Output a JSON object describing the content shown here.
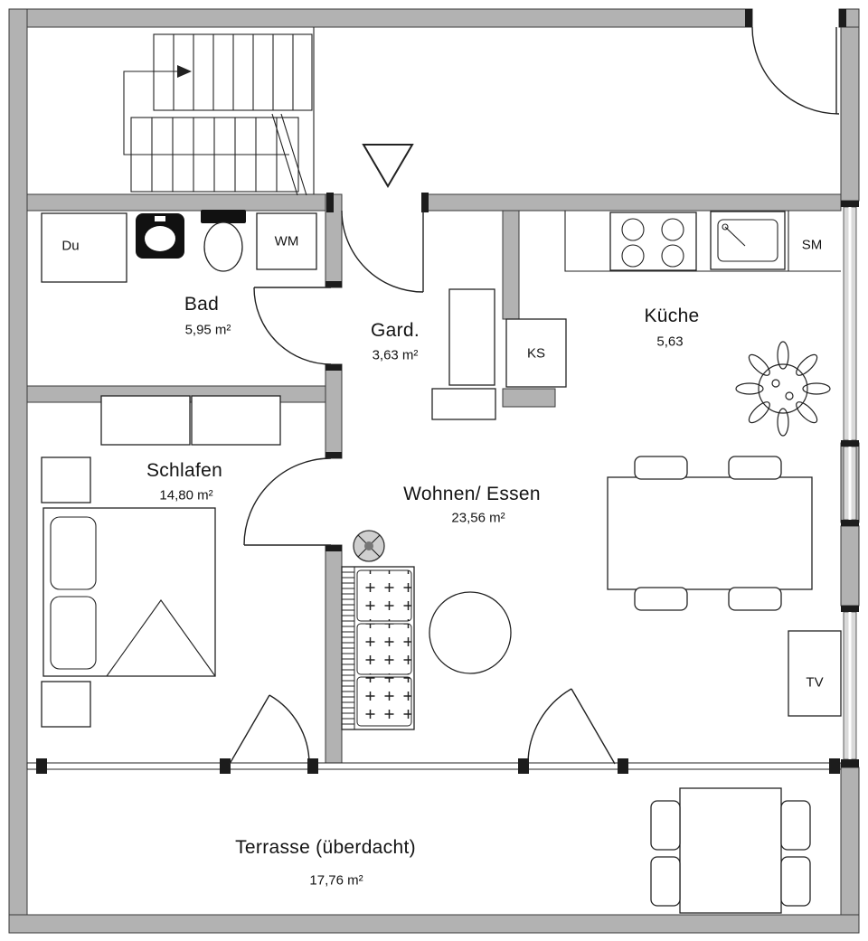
{
  "rooms": {
    "bad": {
      "name": "Bad",
      "area": "5,95 m²"
    },
    "gard": {
      "name": "Gard.",
      "area": "3,63 m²"
    },
    "kueche": {
      "name": "Küche",
      "area": "5,63"
    },
    "schlafen": {
      "name": "Schlafen",
      "area": "14,80 m²"
    },
    "wohnen": {
      "name": "Wohnen/ Essen",
      "area": "23,56 m²"
    },
    "terrasse": {
      "name": "Terrasse (überdacht)",
      "area": "17,76 m²"
    }
  },
  "fixtures": {
    "shower": "Du",
    "washing_machine": "WM",
    "sink_machine": "SM",
    "fridge": "KS",
    "tv": "TV"
  },
  "colors": {
    "wall": "#b2b2b2",
    "wall_outline": "#3a3a3a",
    "line": "#222222",
    "window": "#d9d9d9",
    "background": "#ffffff"
  }
}
